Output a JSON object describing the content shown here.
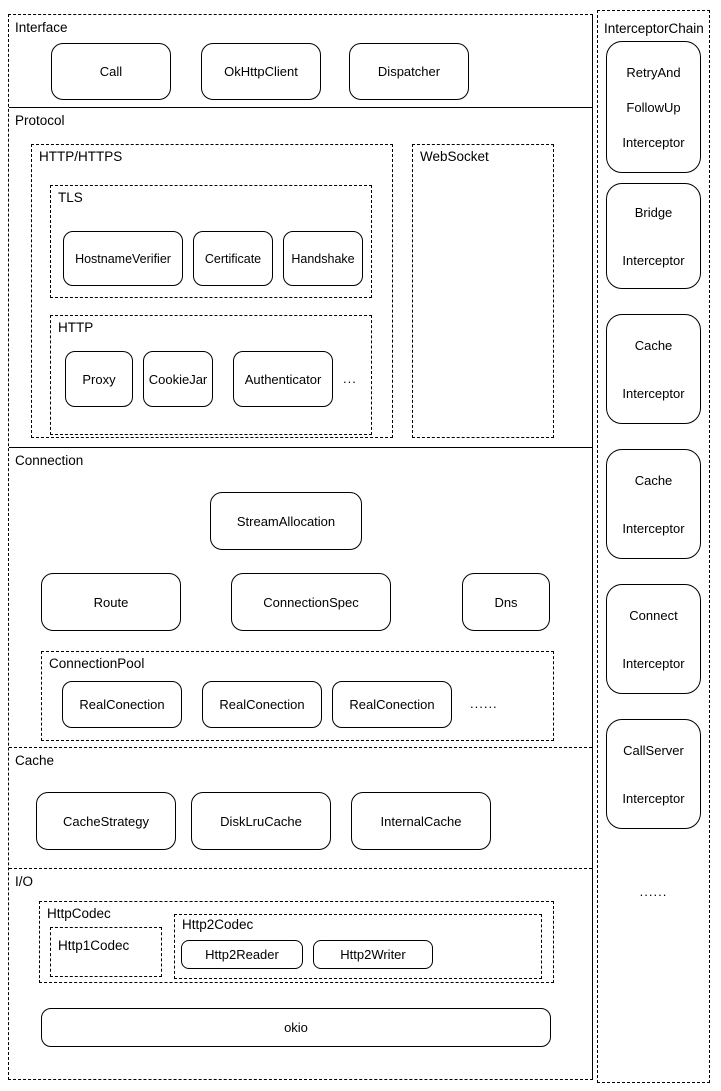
{
  "colors": {
    "line": "#000000",
    "background": "#ffffff"
  },
  "interface": {
    "label": "Interface",
    "boxes": [
      "Call",
      "OkHttpClient",
      "Dispatcher"
    ]
  },
  "protocol": {
    "label": "Protocol",
    "http_https": {
      "label": "HTTP/HTTPS",
      "tls": {
        "label": "TLS",
        "boxes": [
          "HostnameVerifier",
          "Certificate",
          "Handshake"
        ]
      },
      "http": {
        "label": "HTTP",
        "boxes": [
          "Proxy",
          "CookieJar",
          "Authenticator"
        ],
        "ellipsis": "..."
      }
    },
    "websocket": {
      "label": "WebSocket"
    }
  },
  "connection": {
    "label": "Connection",
    "stream_allocation": "StreamAllocation",
    "row": [
      "Route",
      "ConnectionSpec",
      "Dns"
    ],
    "pool": {
      "label": "ConnectionPool",
      "boxes": [
        "RealConection",
        "RealConection",
        "RealConection"
      ],
      "ellipsis": "......"
    }
  },
  "cache": {
    "label": "Cache",
    "boxes": [
      "CacheStrategy",
      "DiskLruCache",
      "InternalCache"
    ]
  },
  "io": {
    "label": "I/O",
    "http_codec": {
      "label": "HttpCodec",
      "http1": {
        "label": "Http1Codec"
      },
      "http2": {
        "label": "Http2Codec",
        "boxes": [
          "Http2Reader",
          "Http2Writer"
        ]
      }
    },
    "okio": "okio"
  },
  "interceptor_chain": {
    "label": "InterceptorChain",
    "boxes": [
      {
        "lines": [
          "RetryAnd",
          "FollowUp",
          "Interceptor"
        ]
      },
      {
        "lines": [
          "Bridge",
          "Interceptor"
        ]
      },
      {
        "lines": [
          "Cache",
          "Interceptor"
        ]
      },
      {
        "lines": [
          "Cache",
          "Interceptor"
        ]
      },
      {
        "lines": [
          "Connect",
          "Interceptor"
        ]
      },
      {
        "lines": [
          "CallServer",
          "Interceptor"
        ]
      }
    ],
    "ellipsis": "......"
  }
}
